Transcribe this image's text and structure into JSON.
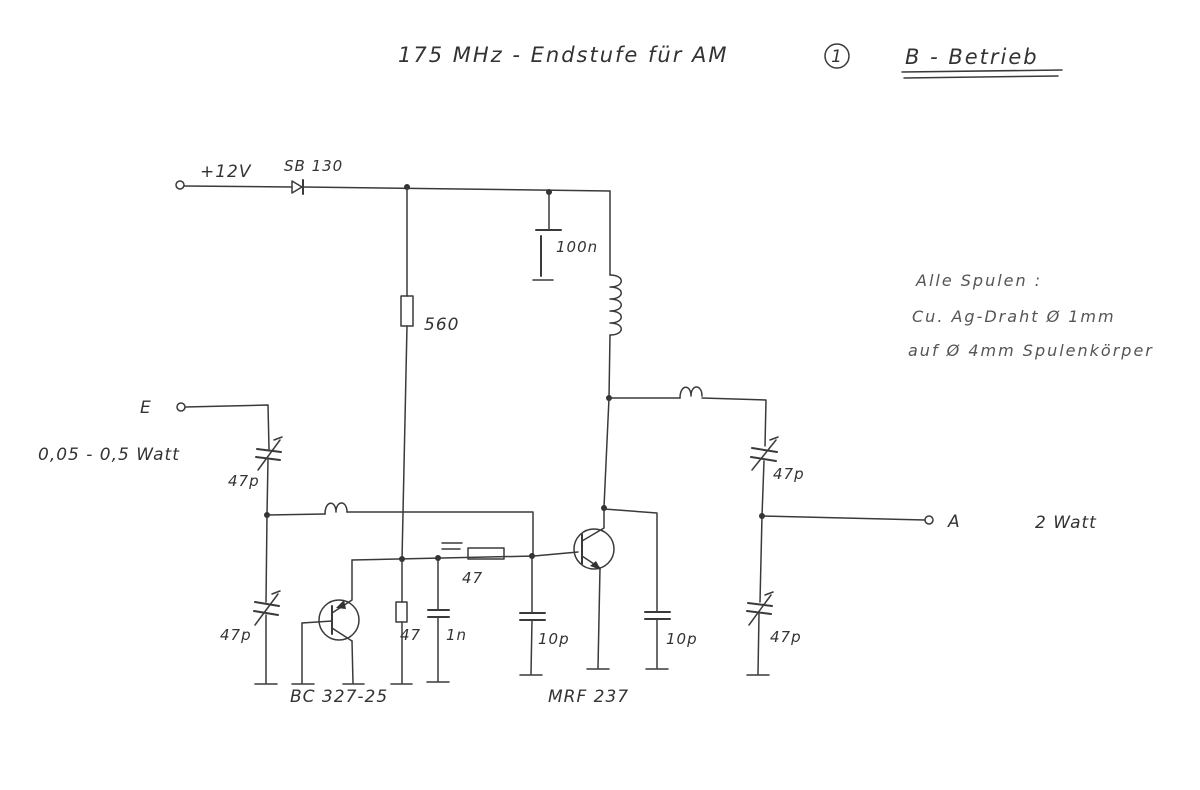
{
  "title": {
    "text": "175 MHz - Endstufe für AM",
    "sheet_number": "1",
    "mode": "B - Betrieb"
  },
  "supply": {
    "voltage": "+12V",
    "diode": "SB 130"
  },
  "input": {
    "terminal": "E",
    "power": "0,05 - 0,5 Watt"
  },
  "output": {
    "terminal": "A",
    "power": "2 Watt"
  },
  "components": {
    "c_supply": "100n",
    "r_bias": "560",
    "r_base": "47",
    "r_emitter": "47",
    "c_bias": "1n",
    "c_base": "10p",
    "c_collector": "10p",
    "c_in_series": "47p",
    "c_in_shunt": "47p",
    "c_out_series": "47p",
    "c_out_shunt": "47p",
    "t_bias": "BC 327-25",
    "t_power": "MRF 237"
  },
  "notes": {
    "line1": "Alle Spulen :",
    "line2": "Cu. Ag-Draht Ø 1mm",
    "line3": "auf Ø 4mm Spulenkörper"
  }
}
